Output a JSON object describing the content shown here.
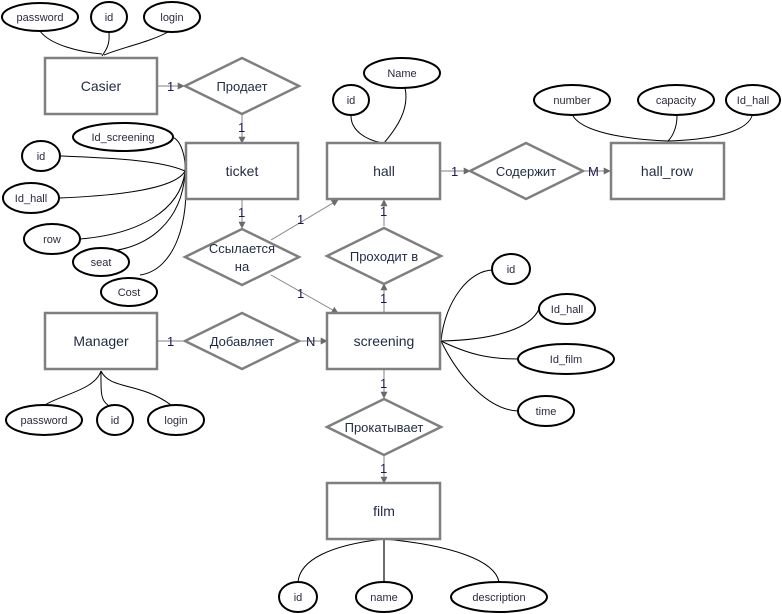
{
  "diagram": {
    "type": "er-diagram",
    "entities": [
      {
        "id": "casier",
        "label": "Casier",
        "attributes": [
          "password",
          "id",
          "login"
        ]
      },
      {
        "id": "ticket",
        "label": "ticket",
        "attributes": [
          "Id_screening",
          "id",
          "Id_hall",
          "row",
          "seat",
          "Cost"
        ]
      },
      {
        "id": "hall",
        "label": "hall",
        "attributes": [
          "id",
          "Name"
        ]
      },
      {
        "id": "hall_row",
        "label": "hall_row",
        "attributes": [
          "number",
          "capacity",
          "Id_hall"
        ]
      },
      {
        "id": "manager",
        "label": "Manager",
        "attributes": [
          "password",
          "id",
          "login"
        ]
      },
      {
        "id": "screening",
        "label": "screening",
        "attributes": [
          "id",
          "Id_hall",
          "Id_film",
          "time"
        ]
      },
      {
        "id": "film",
        "label": "film",
        "attributes": [
          "id",
          "name",
          "description"
        ]
      }
    ],
    "relationships": [
      {
        "id": "prodaet",
        "label": "Продает",
        "from": "casier",
        "to": "ticket",
        "cardinality_from": "1",
        "cardinality_to": "1"
      },
      {
        "id": "soderzhit",
        "label": "Содержит",
        "from": "hall",
        "to": "hall_row",
        "cardinality_from": "1",
        "cardinality_to": "M"
      },
      {
        "id": "ssylaetsya",
        "label_line1": "Ссылается",
        "label_line2": "на",
        "from": "ticket",
        "to": [
          "hall",
          "screening"
        ],
        "cardinality_from": "1",
        "cardinality_hall": "1",
        "cardinality_screening": "1"
      },
      {
        "id": "prohodit",
        "label": "Проходит в",
        "from": "screening",
        "to": "hall",
        "cardinality_from": "1",
        "cardinality_to": "1"
      },
      {
        "id": "dobavlyaet",
        "label": "Добавляет",
        "from": "manager",
        "to": "screening",
        "cardinality_from": "1",
        "cardinality_to": "N"
      },
      {
        "id": "prokatyvaet",
        "label": "Прокатывает",
        "from": "screening",
        "to": "film",
        "cardinality_from": "1",
        "cardinality_to": "1"
      }
    ]
  }
}
